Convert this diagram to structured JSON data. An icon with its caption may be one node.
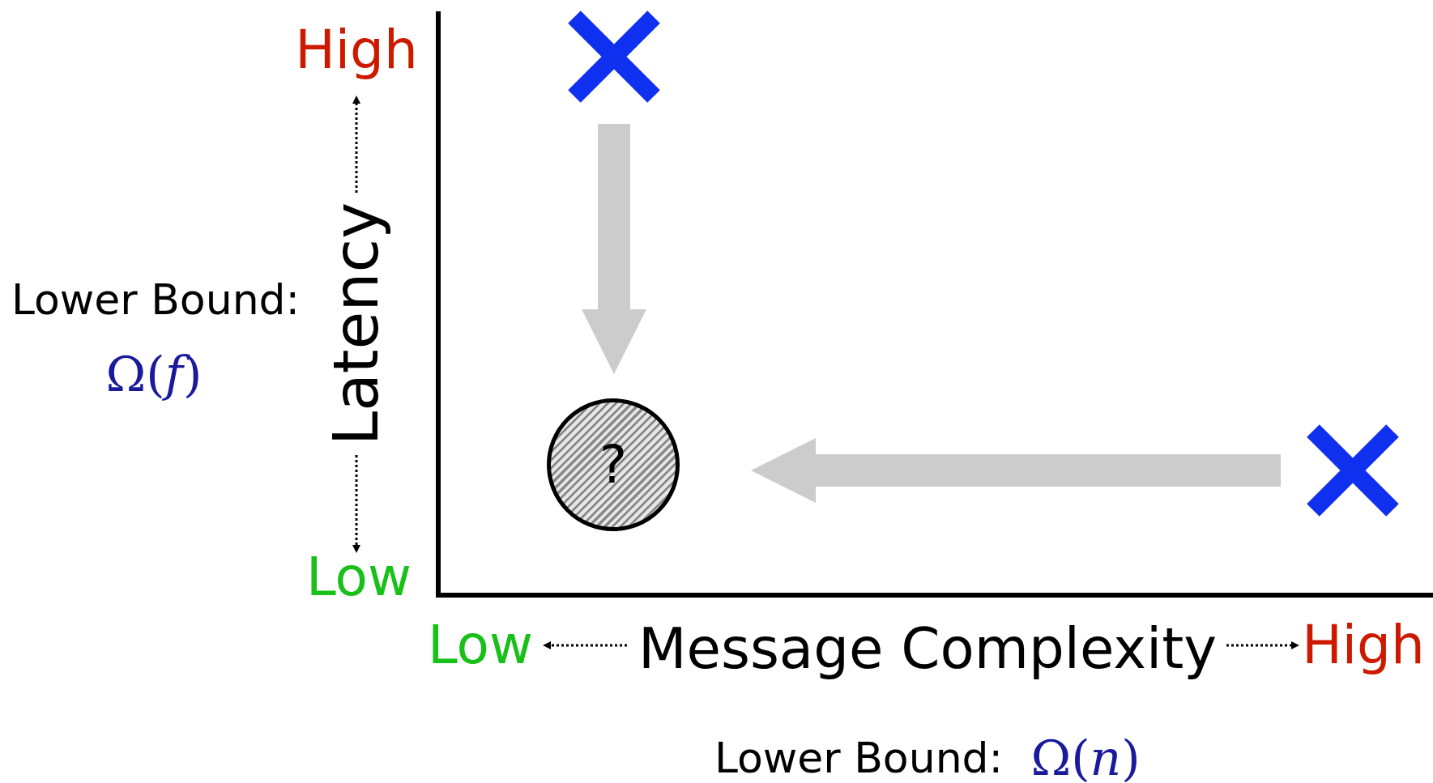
{
  "diagram": {
    "nodes": [
      {
        "text": [],
        "shape": "cross"
      },
      {
        "text": [
          "?"
        ]
      },
      {
        "text": [],
        "shape": "cross"
      }
    ],
    "edges": [
      {
        "from": 0,
        "to": 1,
        "arrow": "to"
      },
      {
        "from": 2,
        "to": 1,
        "arrow": "to"
      }
    ],
    "labels": [
      "High",
      "Latency",
      "Low",
      "Lower Bound:",
      "Ω(*f*)",
      "Low",
      "Message Complexity",
      "High",
      "Lower Bound:",
      "Ω(*n*)"
    ]
  }
}
